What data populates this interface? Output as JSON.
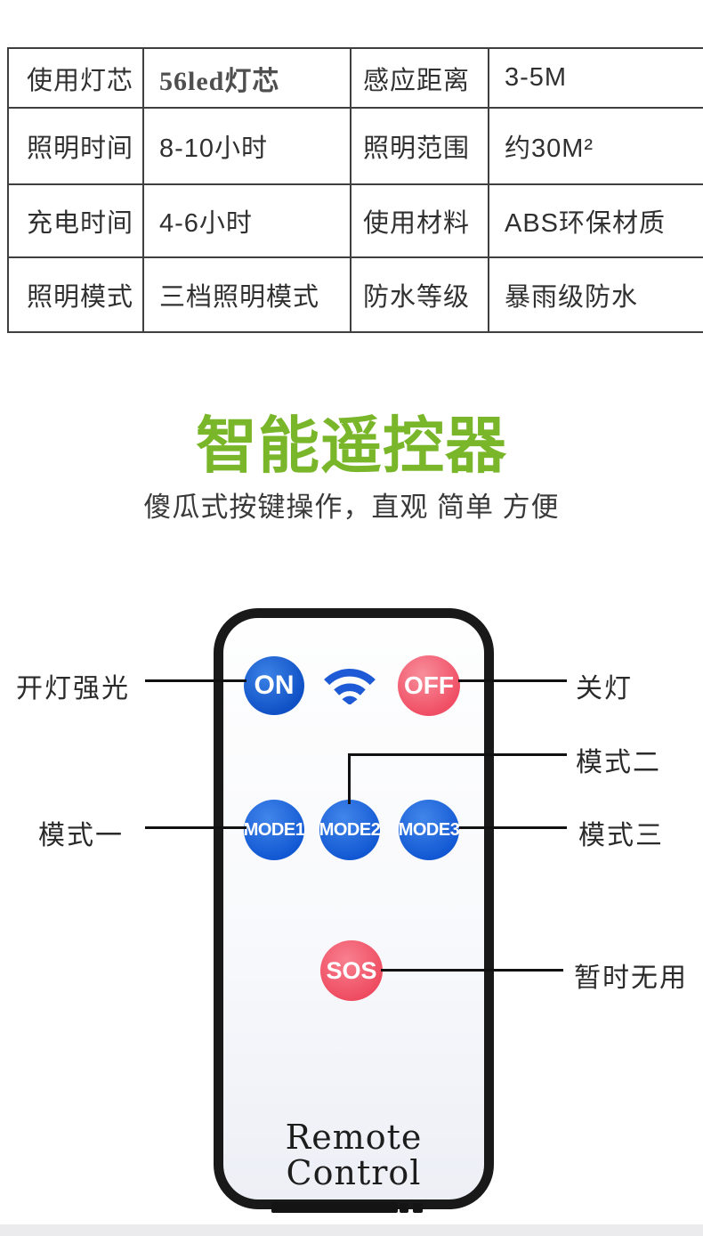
{
  "spec_table": {
    "rows": [
      {
        "label1": "使用灯芯",
        "value1": "56led灯芯",
        "label2": "感应距离",
        "value2": "3-5M"
      },
      {
        "label1": "照明时间",
        "value1": "8-10小时",
        "label2": "照明范围",
        "value2": "约30M²"
      },
      {
        "label1": "充电时间",
        "value1": "4-6小时",
        "label2": "使用材料",
        "value2": "ABS环保材质"
      },
      {
        "label1": "照明模式",
        "value1": "三档照明模式",
        "label2": "防水等级",
        "value2": "暴雨级防水"
      }
    ]
  },
  "hero": {
    "title": "智能遥控器",
    "subtitle": "傻瓜式按键操作，直观 简单 方便",
    "title_color": "#79b629"
  },
  "remote": {
    "buttons": {
      "on": {
        "label": "ON",
        "color": "#1254cb"
      },
      "off": {
        "label": "OFF",
        "color": "#f05065"
      },
      "mode1": {
        "label": "MODE1",
        "color": "#1b63dd"
      },
      "mode2": {
        "label": "MODE2",
        "color": "#1b63dd"
      },
      "mode3": {
        "label": "MODE3",
        "color": "#1b63dd"
      },
      "sos": {
        "label": "SOS",
        "color": "#ee4a5f"
      }
    },
    "wifi_icon": "wifi-signal-icon",
    "wifi_color": "#1e5ad6",
    "brand_text": "Remote Control"
  },
  "callouts": {
    "on": "开灯强光",
    "off": "关灯",
    "mode1": "模式一",
    "mode2": "模式二",
    "mode3": "模式三",
    "sos": "暂时无用"
  }
}
